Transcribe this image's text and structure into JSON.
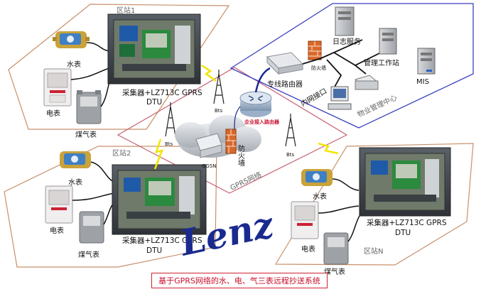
{
  "zones": {
    "zone1": "区站1",
    "zone2": "区站2",
    "zoneN": "区站N",
    "gprs_network": "GPRS网络",
    "property_center": "物业管理中心"
  },
  "devices": {
    "collector_label_line1": "采集器+LZ713C GPRS",
    "collector_label_line2": "DTU",
    "water_meter": "水表",
    "electric_meter": "电表",
    "gas_meter": "煤气表",
    "bts": "Bts",
    "ggsn": "GGSN",
    "firewall_left": "防火墙",
    "enterprise_router": "企业接入路由器",
    "leased_router": "专线路由器",
    "firewall_right": "防火墙",
    "internal_interface": "内网接口",
    "log_service": "日志服务",
    "mgmt_workstation": "管理工作站",
    "mis": "MIS"
  },
  "logo": "Lenz",
  "caption": "基于GPRS网络的水、电、气三表远程抄送系统",
  "colors": {
    "zone_border": "#c8906a",
    "network_border": "#c86070",
    "center_border": "#3a3fc0",
    "lightning": "#f2e600",
    "logo": "#1a2a8f",
    "caption": "#c8102e"
  }
}
